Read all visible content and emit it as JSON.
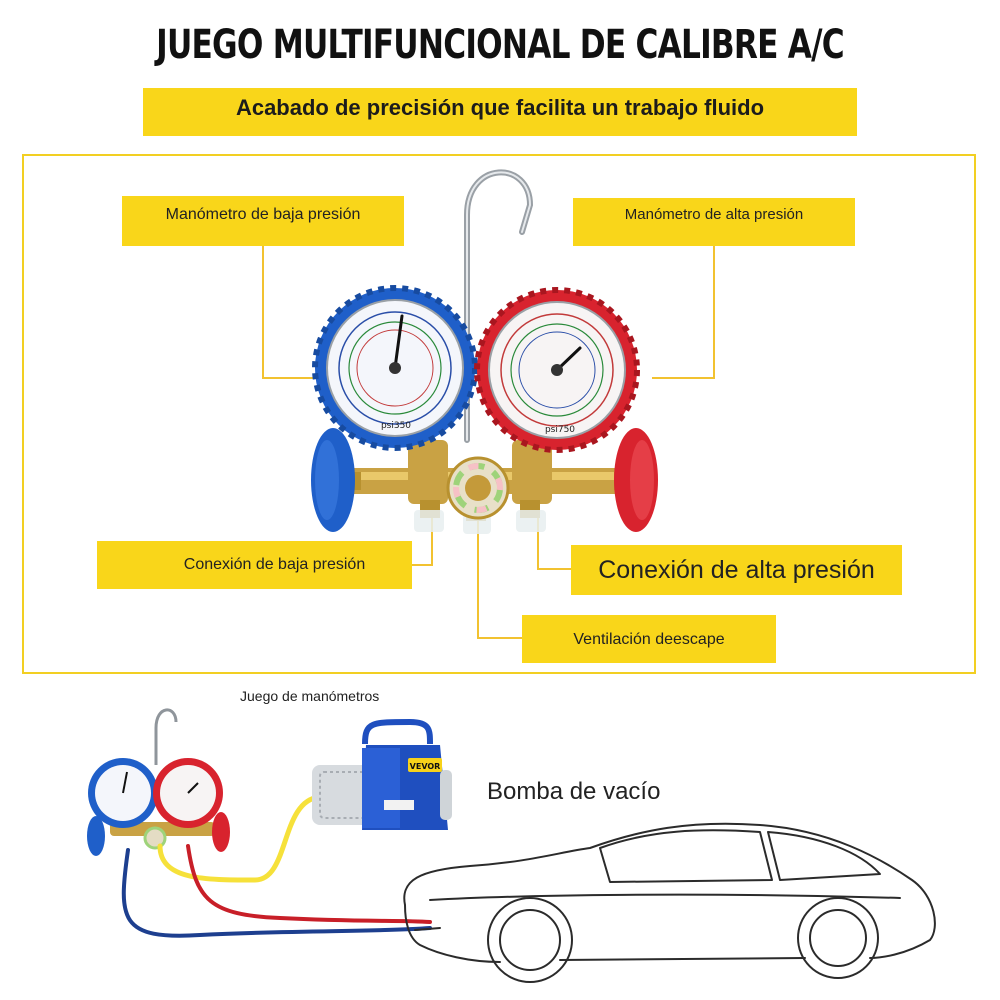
{
  "header": {
    "title": "JUEGO MULTIFUNCIONAL DE CALIBRE A/C",
    "subtitle": "Acabado de precisión que facilita un trabajo fluido"
  },
  "labels": {
    "low_gauge": "Manómetro de baja presión",
    "high_gauge": "Manómetro de alta presión",
    "low_connection": "Conexión de baja presión",
    "high_connection": "Conexión de alta presión",
    "vent_line1": "Ventilación de",
    "vent_line2": "escape"
  },
  "captions": {
    "gauge_set": "Juego de manómetros",
    "vacuum_pump": "Bomba de vacío"
  },
  "gauge_faces": {
    "low_unit": "psi350",
    "high_unit": "psi750",
    "pump_brand": "VEVOR"
  },
  "colors": {
    "accent_yellow": "#f9d61a",
    "low_side_blue": "#1f5fc9",
    "high_side_red": "#d8232e",
    "brass": "#c9a244"
  }
}
